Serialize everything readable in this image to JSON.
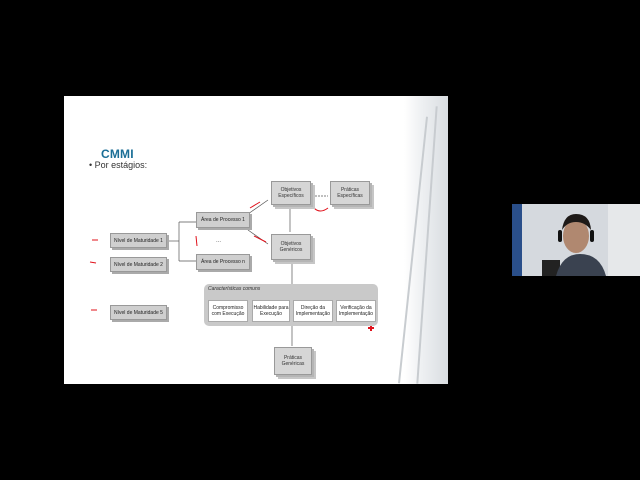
{
  "slide": {
    "title": "CMMI",
    "bullet": "• Por estágios:",
    "maturity_levels": [
      "Nível de Maturidade 1",
      "Nível de Maturidade 2",
      "Nível de Maturidade 5"
    ],
    "process_areas": [
      "Área de Processo 1",
      "Área de Processo n"
    ],
    "dots": "...",
    "specific_goals": "Objetivos Específicos",
    "specific_practices": "Práticas Específicas",
    "generic_goals": "Objetivos Genéricos",
    "common_features_title": "Características comuns",
    "common_features": [
      "Compromisso com Execução",
      "Habilidade para Execução",
      "Direção da Implementação",
      "Verificação da Implementação"
    ],
    "generic_practices": "Práticas Genéricas"
  },
  "colors": {
    "title": "#1a6e96",
    "annotation": "#e0101a",
    "box": "#cfcfcf",
    "panel": "#c9c9c9"
  }
}
